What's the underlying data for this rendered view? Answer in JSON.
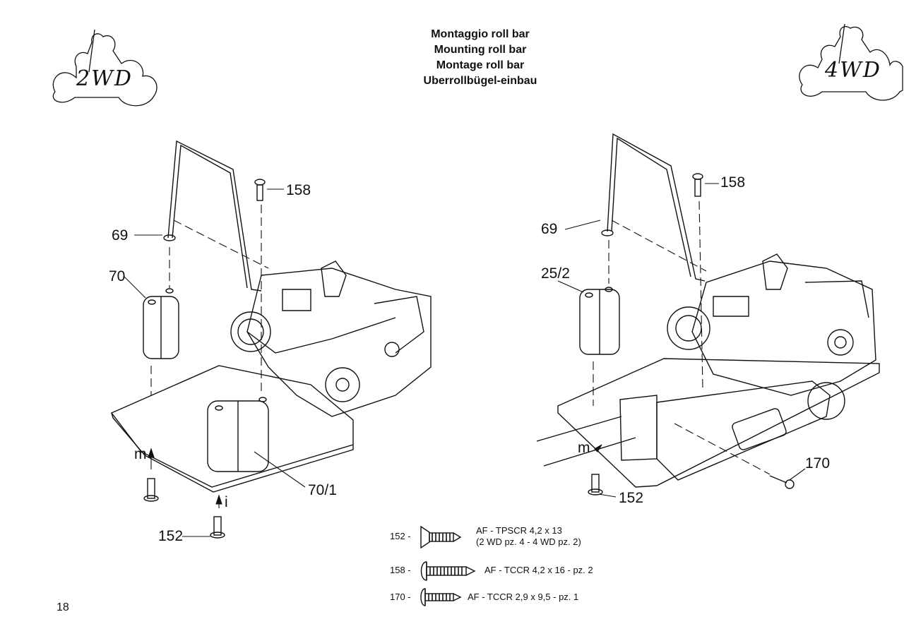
{
  "title": {
    "it": "Montaggio roll bar",
    "en": "Mounting roll bar",
    "fr": "Montage roll bar",
    "de": "Uberrollbügel-einbau"
  },
  "badges": {
    "left": "2WD",
    "right": "4WD"
  },
  "left_diagram": {
    "labels": {
      "screw_top": "158",
      "bar": "69",
      "post": "70",
      "post_mounted": "70/1",
      "screw_bottom": "152",
      "marker_m": "m",
      "marker_i": "i"
    }
  },
  "right_diagram": {
    "labels": {
      "screw_top": "158",
      "bar": "69",
      "post": "25/2",
      "screw_side": "170",
      "screw_bottom": "152",
      "marker_m": "m"
    }
  },
  "legend": [
    {
      "code": "152 -",
      "line1": "AF - TPSCR 4,2 x 13",
      "line2": "(2 WD pz. 4 - 4 WD pz. 2)",
      "icon": "countersunk-screw-icon"
    },
    {
      "code": "158 -",
      "line1": "AF - TCCR 4,2 x 16 - pz. 2",
      "line2": "",
      "icon": "pan-head-screw-icon"
    },
    {
      "code": "170 -",
      "line1": "AF - TCCR 2,9 x 9,5 - pz. 1",
      "line2": "",
      "icon": "small-pan-screw-icon"
    }
  ],
  "page_number": "18"
}
